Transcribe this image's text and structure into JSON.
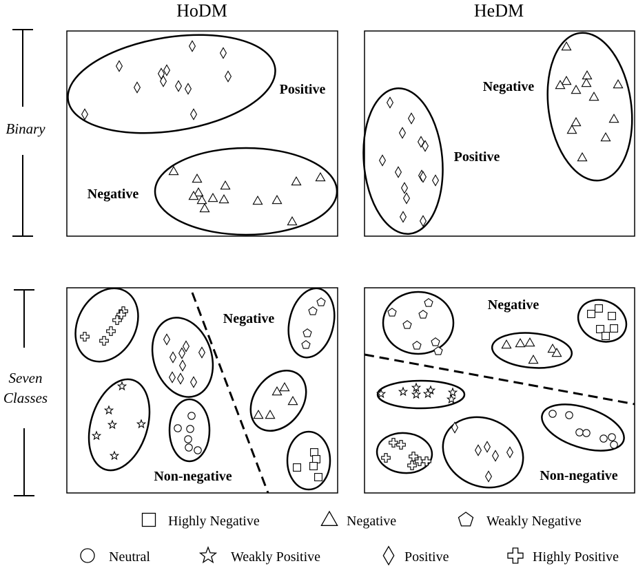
{
  "columns": {
    "left": "HoDM",
    "right": "HeDM"
  },
  "rows": {
    "binary": "Binary",
    "seven_line1": "Seven",
    "seven_line2": "Classes"
  },
  "panels": {
    "hodm_binary": {
      "positive": "Positive",
      "negative": "Negative"
    },
    "hedm_binary": {
      "negative": "Negative",
      "positive": "Positive"
    },
    "hodm_seven": {
      "negative": "Negative",
      "non_negative": "Non-negative"
    },
    "hedm_seven": {
      "negative": "Negative",
      "non_negative": "Non-negative"
    }
  },
  "legend": [
    {
      "symbol": "square",
      "label": "Highly Negative"
    },
    {
      "symbol": "triangle",
      "label": "Negative"
    },
    {
      "symbol": "pentagon",
      "label": "Weakly Negative"
    },
    {
      "symbol": "circle",
      "label": "Neutral"
    },
    {
      "symbol": "star",
      "label": "Weakly Positive"
    },
    {
      "symbol": "diamond",
      "label": "Positive"
    },
    {
      "symbol": "cross",
      "label": "Highly Positive"
    }
  ]
}
